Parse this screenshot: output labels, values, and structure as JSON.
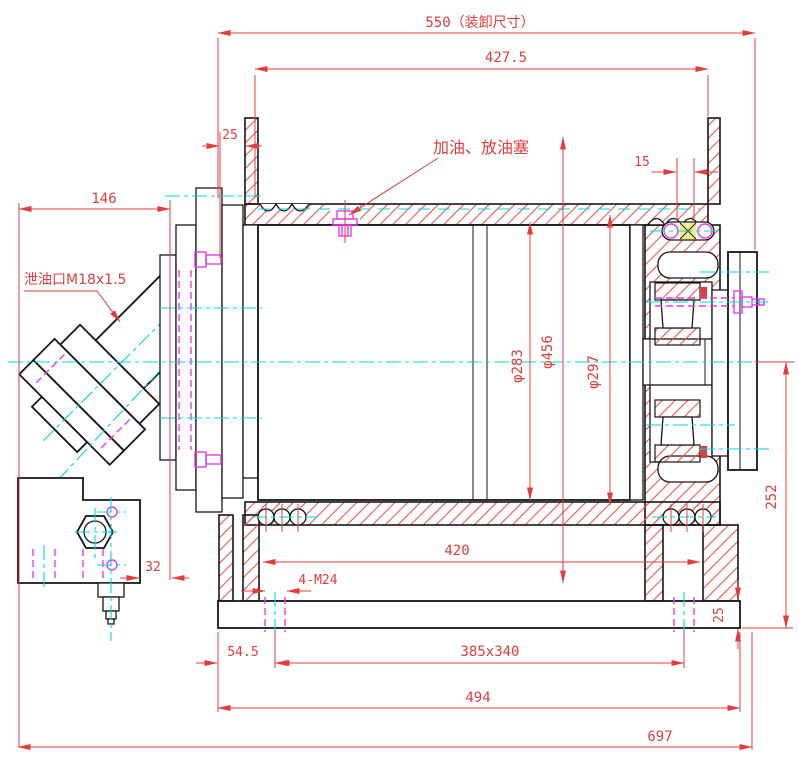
{
  "drawing_type": "mechanical-section-drawing",
  "dims": {
    "d550": "550（装卸尺寸）",
    "d427": "427.5",
    "d25_top": "25",
    "d15": "15",
    "d146": "146",
    "d283": "φ283",
    "d456": "φ456",
    "d297": "φ297",
    "d252": "252",
    "d32": "32",
    "d420": "420",
    "d54": "54.5",
    "d385": "385x340",
    "d494": "494",
    "d697": "697",
    "d25_right": "25"
  },
  "labels": {
    "fill_plug": "加油、放油塞",
    "drain_port": "泄油口M18x1.5",
    "anchor_bolts": "4-M24"
  },
  "colors": {
    "dimension": "#e23c3c",
    "hatch": "#ef5850",
    "centerline": "#00d8d8",
    "hidden": "#e83ce8",
    "outline": "#161616",
    "seal_fill": "#f3ef86",
    "background": "#ffffff"
  }
}
